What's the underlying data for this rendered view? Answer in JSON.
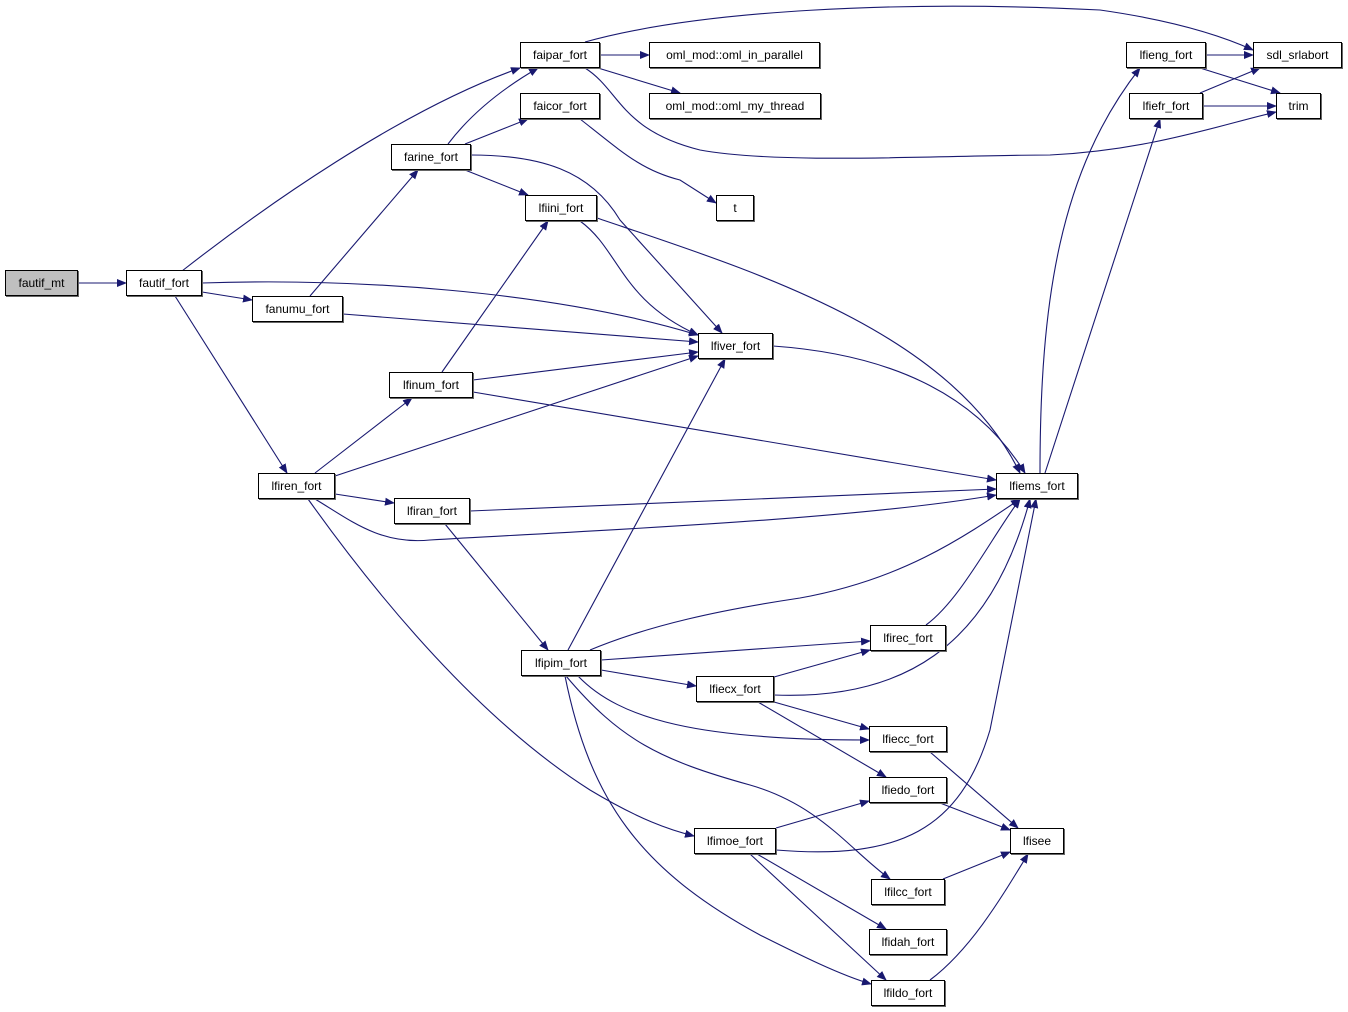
{
  "colors": {
    "edge": "#191970",
    "root_fill": "#bfbfbf",
    "node_fill": "#ffffff"
  },
  "nodes": [
    {
      "id": "fautif_mt",
      "label": "fautif_mt",
      "root": true
    },
    {
      "id": "fautif_fort",
      "label": "fautif_fort"
    },
    {
      "id": "fanumu_fort",
      "label": "fanumu_fort"
    },
    {
      "id": "farine_fort",
      "label": "farine_fort"
    },
    {
      "id": "faipar_fort",
      "label": "faipar_fort"
    },
    {
      "id": "faicor_fort",
      "label": "faicor_fort"
    },
    {
      "id": "oml_in_parallel",
      "label": "oml_mod::oml_in_parallel"
    },
    {
      "id": "oml_my_thread",
      "label": "oml_mod::oml_my_thread"
    },
    {
      "id": "t",
      "label": "t"
    },
    {
      "id": "lfiini_fort",
      "label": "lfiini_fort"
    },
    {
      "id": "lfiver_fort",
      "label": "lfiver_fort"
    },
    {
      "id": "lfinum_fort",
      "label": "lfinum_fort"
    },
    {
      "id": "lfiren_fort",
      "label": "lfiren_fort"
    },
    {
      "id": "lfiran_fort",
      "label": "lfiran_fort"
    },
    {
      "id": "lfiems_fort",
      "label": "lfiems_fort"
    },
    {
      "id": "lfieng_fort",
      "label": "lfieng_fort"
    },
    {
      "id": "lfiefr_fort",
      "label": "lfiefr_fort"
    },
    {
      "id": "sdl_srlabort",
      "label": "sdl_srlabort"
    },
    {
      "id": "trim",
      "label": "trim"
    },
    {
      "id": "lfipim_fort",
      "label": "lfipim_fort"
    },
    {
      "id": "lfirec_fort",
      "label": "lfirec_fort"
    },
    {
      "id": "lfiecx_fort",
      "label": "lfiecx_fort"
    },
    {
      "id": "lfiecc_fort",
      "label": "lfiecc_fort"
    },
    {
      "id": "lfiedo_fort",
      "label": "lfiedo_fort"
    },
    {
      "id": "lfimoe_fort",
      "label": "lfimoe_fort"
    },
    {
      "id": "lfisee",
      "label": "lfisee"
    },
    {
      "id": "lfilcc_fort",
      "label": "lfilcc_fort"
    },
    {
      "id": "lfidah_fort",
      "label": "lfidah_fort"
    },
    {
      "id": "lfildo_fort",
      "label": "lfildo_fort"
    }
  ],
  "edges": [
    [
      "fautif_mt",
      "fautif_fort"
    ],
    [
      "fautif_fort",
      "faipar_fort"
    ],
    [
      "fautif_fort",
      "fanumu_fort"
    ],
    [
      "fautif_fort",
      "lfiver_fort"
    ],
    [
      "fautif_fort",
      "lfiren_fort"
    ],
    [
      "fanumu_fort",
      "farine_fort"
    ],
    [
      "fanumu_fort",
      "lfiver_fort"
    ],
    [
      "farine_fort",
      "faipar_fort"
    ],
    [
      "farine_fort",
      "faicor_fort"
    ],
    [
      "farine_fort",
      "lfiini_fort"
    ],
    [
      "farine_fort",
      "lfiver_fort"
    ],
    [
      "faipar_fort",
      "oml_in_parallel"
    ],
    [
      "faipar_fort",
      "oml_my_thread"
    ],
    [
      "faipar_fort",
      "sdl_srlabort"
    ],
    [
      "faipar_fort",
      "trim"
    ],
    [
      "faicor_fort",
      "t"
    ],
    [
      "lfiini_fort",
      "lfiver_fort"
    ],
    [
      "lfiini_fort",
      "lfiems_fort"
    ],
    [
      "lfiver_fort",
      "lfiems_fort"
    ],
    [
      "lfinum_fort",
      "lfiini_fort"
    ],
    [
      "lfinum_fort",
      "lfiver_fort"
    ],
    [
      "lfinum_fort",
      "lfiems_fort"
    ],
    [
      "lfiren_fort",
      "lfinum_fort"
    ],
    [
      "lfiren_fort",
      "lfiver_fort"
    ],
    [
      "lfiren_fort",
      "lfiran_fort"
    ],
    [
      "lfiren_fort",
      "lfiems_fort"
    ],
    [
      "lfiren_fort",
      "lfimoe_fort"
    ],
    [
      "lfiran_fort",
      "lfiems_fort"
    ],
    [
      "lfiran_fort",
      "lfipim_fort"
    ],
    [
      "lfipim_fort",
      "lfiver_fort"
    ],
    [
      "lfipim_fort",
      "lfiems_fort"
    ],
    [
      "lfipim_fort",
      "lfirec_fort"
    ],
    [
      "lfipim_fort",
      "lfiecx_fort"
    ],
    [
      "lfipim_fort",
      "lfiecc_fort"
    ],
    [
      "lfipim_fort",
      "lfilcc_fort"
    ],
    [
      "lfipim_fort",
      "lfildo_fort"
    ],
    [
      "lfirec_fort",
      "lfiems_fort"
    ],
    [
      "lfiecx_fort",
      "lfirec_fort"
    ],
    [
      "lfiecx_fort",
      "lfiems_fort"
    ],
    [
      "lfiecx_fort",
      "lfiecc_fort"
    ],
    [
      "lfiecx_fort",
      "lfiedo_fort"
    ],
    [
      "lfiecc_fort",
      "lfisee"
    ],
    [
      "lfiedo_fort",
      "lfisee"
    ],
    [
      "lfimoe_fort",
      "lfiedo_fort"
    ],
    [
      "lfimoe_fort",
      "lfiems_fort"
    ],
    [
      "lfimoe_fort",
      "lfidah_fort"
    ],
    [
      "lfimoe_fort",
      "lfildo_fort"
    ],
    [
      "lfilcc_fort",
      "lfisee"
    ],
    [
      "lfildo_fort",
      "lfisee"
    ],
    [
      "lfiems_fort",
      "lfieng_fort"
    ],
    [
      "lfiems_fort",
      "lfiefr_fort"
    ],
    [
      "lfieng_fort",
      "sdl_srlabort"
    ],
    [
      "lfieng_fort",
      "trim"
    ],
    [
      "lfiefr_fort",
      "sdl_srlabort"
    ],
    [
      "lfiefr_fort",
      "trim"
    ]
  ]
}
